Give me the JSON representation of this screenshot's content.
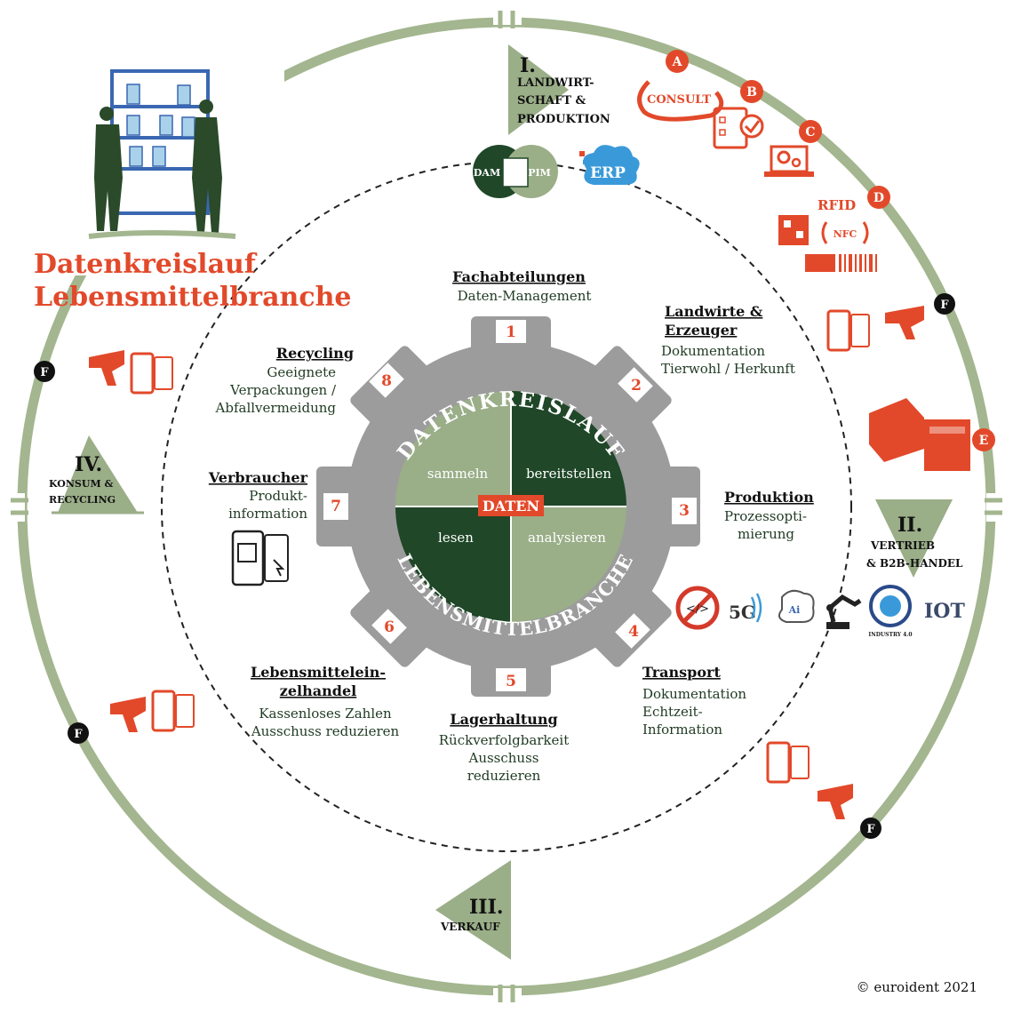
{
  "title": {
    "line1": "Datenkreislauf",
    "line2": "Lebensmittelbranche"
  },
  "phases": {
    "p1": {
      "numeral": "I.",
      "line1": "LANDWIRT-",
      "line2": "SCHAFT &",
      "line3": "PRODUKTION"
    },
    "p2": {
      "numeral": "II.",
      "line1": "VERTRIEB",
      "line2": "& B2B-HANDEL"
    },
    "p3": {
      "numeral": "III.",
      "line1": "VERKAUF"
    },
    "p4": {
      "numeral": "IV.",
      "line1": "KONSUM &",
      "line2": "RECYCLING"
    }
  },
  "gear": {
    "arc_top": "DATENKREISLAUF",
    "arc_bottom": "LEBENSMITTELBRANCHE",
    "center": "DATEN",
    "quadrants": {
      "tl": "sammeln",
      "tr": "bereitstellen",
      "bl": "lesen",
      "br": "analysieren"
    },
    "teeth": [
      "1",
      "2",
      "3",
      "4",
      "5",
      "6",
      "7",
      "8"
    ]
  },
  "sections": {
    "s1": {
      "head": "Fachabteilungen",
      "body": [
        "Daten-Management"
      ]
    },
    "s2": {
      "head": [
        "Landwirte &",
        "Erzeuger"
      ],
      "body": [
        "Dokumentation",
        "Tierwohl / Herkunft"
      ]
    },
    "s3": {
      "head": "Produktion",
      "body": [
        "Prozessopti-",
        "mierung"
      ]
    },
    "s4": {
      "head": "Transport",
      "body": [
        "Dokumentation",
        "Echtzeit-",
        "Information"
      ]
    },
    "s5": {
      "head": "Lagerhaltung",
      "body": [
        "Rückverfolgbarkeit",
        "Ausschuss",
        "reduzieren"
      ]
    },
    "s6": {
      "head": [
        "Lebensmittelein-",
        "zelhandel"
      ],
      "body": [
        "Kassenloses Zahlen",
        "Ausschuss reduzieren"
      ]
    },
    "s7": {
      "head": "Verbraucher",
      "body": [
        "Produkt-",
        "information"
      ]
    },
    "s8": {
      "head": "Recycling",
      "body": [
        "Geeignete",
        "Verpackungen /",
        "Abfallvermeidung"
      ]
    }
  },
  "badges": {
    "a": "A",
    "b": "B",
    "c": "C",
    "d": "D",
    "e": "E",
    "f": "F"
  },
  "icon_labels": {
    "consult": "CONSULT",
    "dam": "DAM",
    "pim": "PIM",
    "erp": "ERP",
    "rfid": "RFID",
    "nfc": "NFC",
    "qr": "QR",
    "fiveg": "5G",
    "ai": "Ai",
    "iot": "IOT",
    "industry": "INDUSTRY 4.0"
  },
  "copyright": "© euroident 2021",
  "colors": {
    "ring_green": "#a3b68f",
    "light_green": "#9aae88",
    "dark_green": "#1f4728",
    "gear_grey": "#9c9c9c",
    "accent_red": "#e2492a",
    "text_dark": "#1f3a22",
    "blue": "#3a67b1"
  }
}
